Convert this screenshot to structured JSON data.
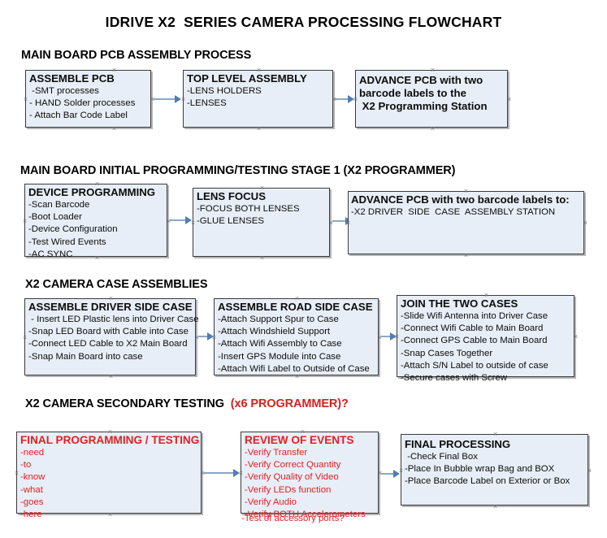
{
  "document": {
    "title": "IDRIVE X2  SERIES CAMERA PROCESSING FLOWCHART"
  },
  "sections": [
    {
      "id": "main-board-pcb-assembly",
      "heading": "MAIN BOARD PCB ASSEMBLY PROCESS",
      "heading_accent": ""
    },
    {
      "id": "main-board-initial-programming",
      "heading": "MAIN BOARD INITIAL PROGRAMMING/TESTING STAGE 1 (X2 PROGRAMMER)",
      "heading_accent": ""
    },
    {
      "id": "x2-camera-case-assemblies",
      "heading": "X2 CAMERA CASE ASSEMBLIES",
      "heading_accent": ""
    },
    {
      "id": "x2-camera-secondary-testing",
      "heading": "X2 CAMERA SECONDARY TESTING  ",
      "heading_accent": "(x6 PROGRAMMER)?"
    }
  ],
  "nodes": [
    {
      "id": "assemble-pcb",
      "header": "ASSEMBLE PCB",
      "lines": [
        " -SMT processes",
        "- HAND Solder processes",
        "- Attach Bar Code Label"
      ]
    },
    {
      "id": "top-level-assembly",
      "header": "TOP LEVEL ASSEMBLY",
      "lines": [
        "-LENS HOLDERS",
        "-LENSES"
      ]
    },
    {
      "id": "advance-pcb-x2-programming-station",
      "header": "ADVANCE PCB with two",
      "lines": [
        "barcode labels to the",
        " X2 Programming Station"
      ]
    },
    {
      "id": "device-programming",
      "header": "DEVICE PROGRAMMING",
      "lines": [
        "-Scan Barcode",
        "-Boot Loader",
        "-Device Configuration",
        "-Test Wired Events",
        "-AC SYNC"
      ]
    },
    {
      "id": "lens-focus",
      "header": "LENS FOCUS",
      "lines": [
        "-FOCUS BOTH LENSES",
        "-GLUE LENSES"
      ]
    },
    {
      "id": "advance-pcb-driver-side-case",
      "header": "ADVANCE PCB with two barcode labels to:",
      "lines": [
        "-X2 DRIVER  SIDE  CASE  ASSEMBLY STATION"
      ]
    },
    {
      "id": "assemble-driver-side-case",
      "header": "ASSEMBLE DRIVER SIDE CASE",
      "lines": [
        " - Insert LED Plastic lens into Driver Case",
        "-Snap LED Board with Cable into Case",
        "-Connect LED Cable to X2 Main Board",
        "-Snap Main Board into case"
      ]
    },
    {
      "id": "assemble-road-side-case",
      "header": "ASSEMBLE ROAD SIDE CASE",
      "lines": [
        "-Attach Support Spur to Case",
        "-Attach Windshield Support",
        "-Attach Wifi Assembly to Case",
        "-Insert GPS Module into Case",
        "-Attach Wifi Label to Outside of Case"
      ]
    },
    {
      "id": "join-the-two-cases",
      "header": "JOIN THE TWO CASES",
      "lines": [
        "-Slide Wifi Antenna into Driver Case",
        "-Connect Wifi Cable to Main Board",
        "-Connect GPS Cable to Main Board",
        "-Snap Cases Together",
        "-Attach S/N Label to outside of case",
        "-Secure cases with Screw"
      ]
    },
    {
      "id": "final-programming-testing",
      "header": "FINAL PROGRAMMING / TESTING",
      "lines": [
        "-need",
        "-to",
        "-know",
        "-what",
        "-goes",
        "-here"
      ]
    },
    {
      "id": "review-of-events",
      "header": "REVIEW OF EVENTS",
      "lines": [
        "-Verify Transfer",
        "-Verify Correct Quantity",
        "-Verify Quality of Video",
        "-Verify LEDs function",
        "-Verify Audio",
        "-Verify BOTH Accelerometers"
      ],
      "overflow_line": "-Test of accessory ports?"
    },
    {
      "id": "final-processing",
      "header": "FINAL PROCESSING",
      "lines": [
        " -Check Final Box",
        "-Place In Bubble wrap Bag and BOX",
        "-Place Barcode Label on Exterior or Box"
      ]
    }
  ],
  "colors": {
    "box_fill": "#e8eef7",
    "box_border": "#3a3a3a",
    "connector": "#8aa7c4",
    "arrow": "#4f7db5",
    "text": "#0c0c0c",
    "accent_red": "#e02020",
    "title_red": "#d81f1f"
  }
}
